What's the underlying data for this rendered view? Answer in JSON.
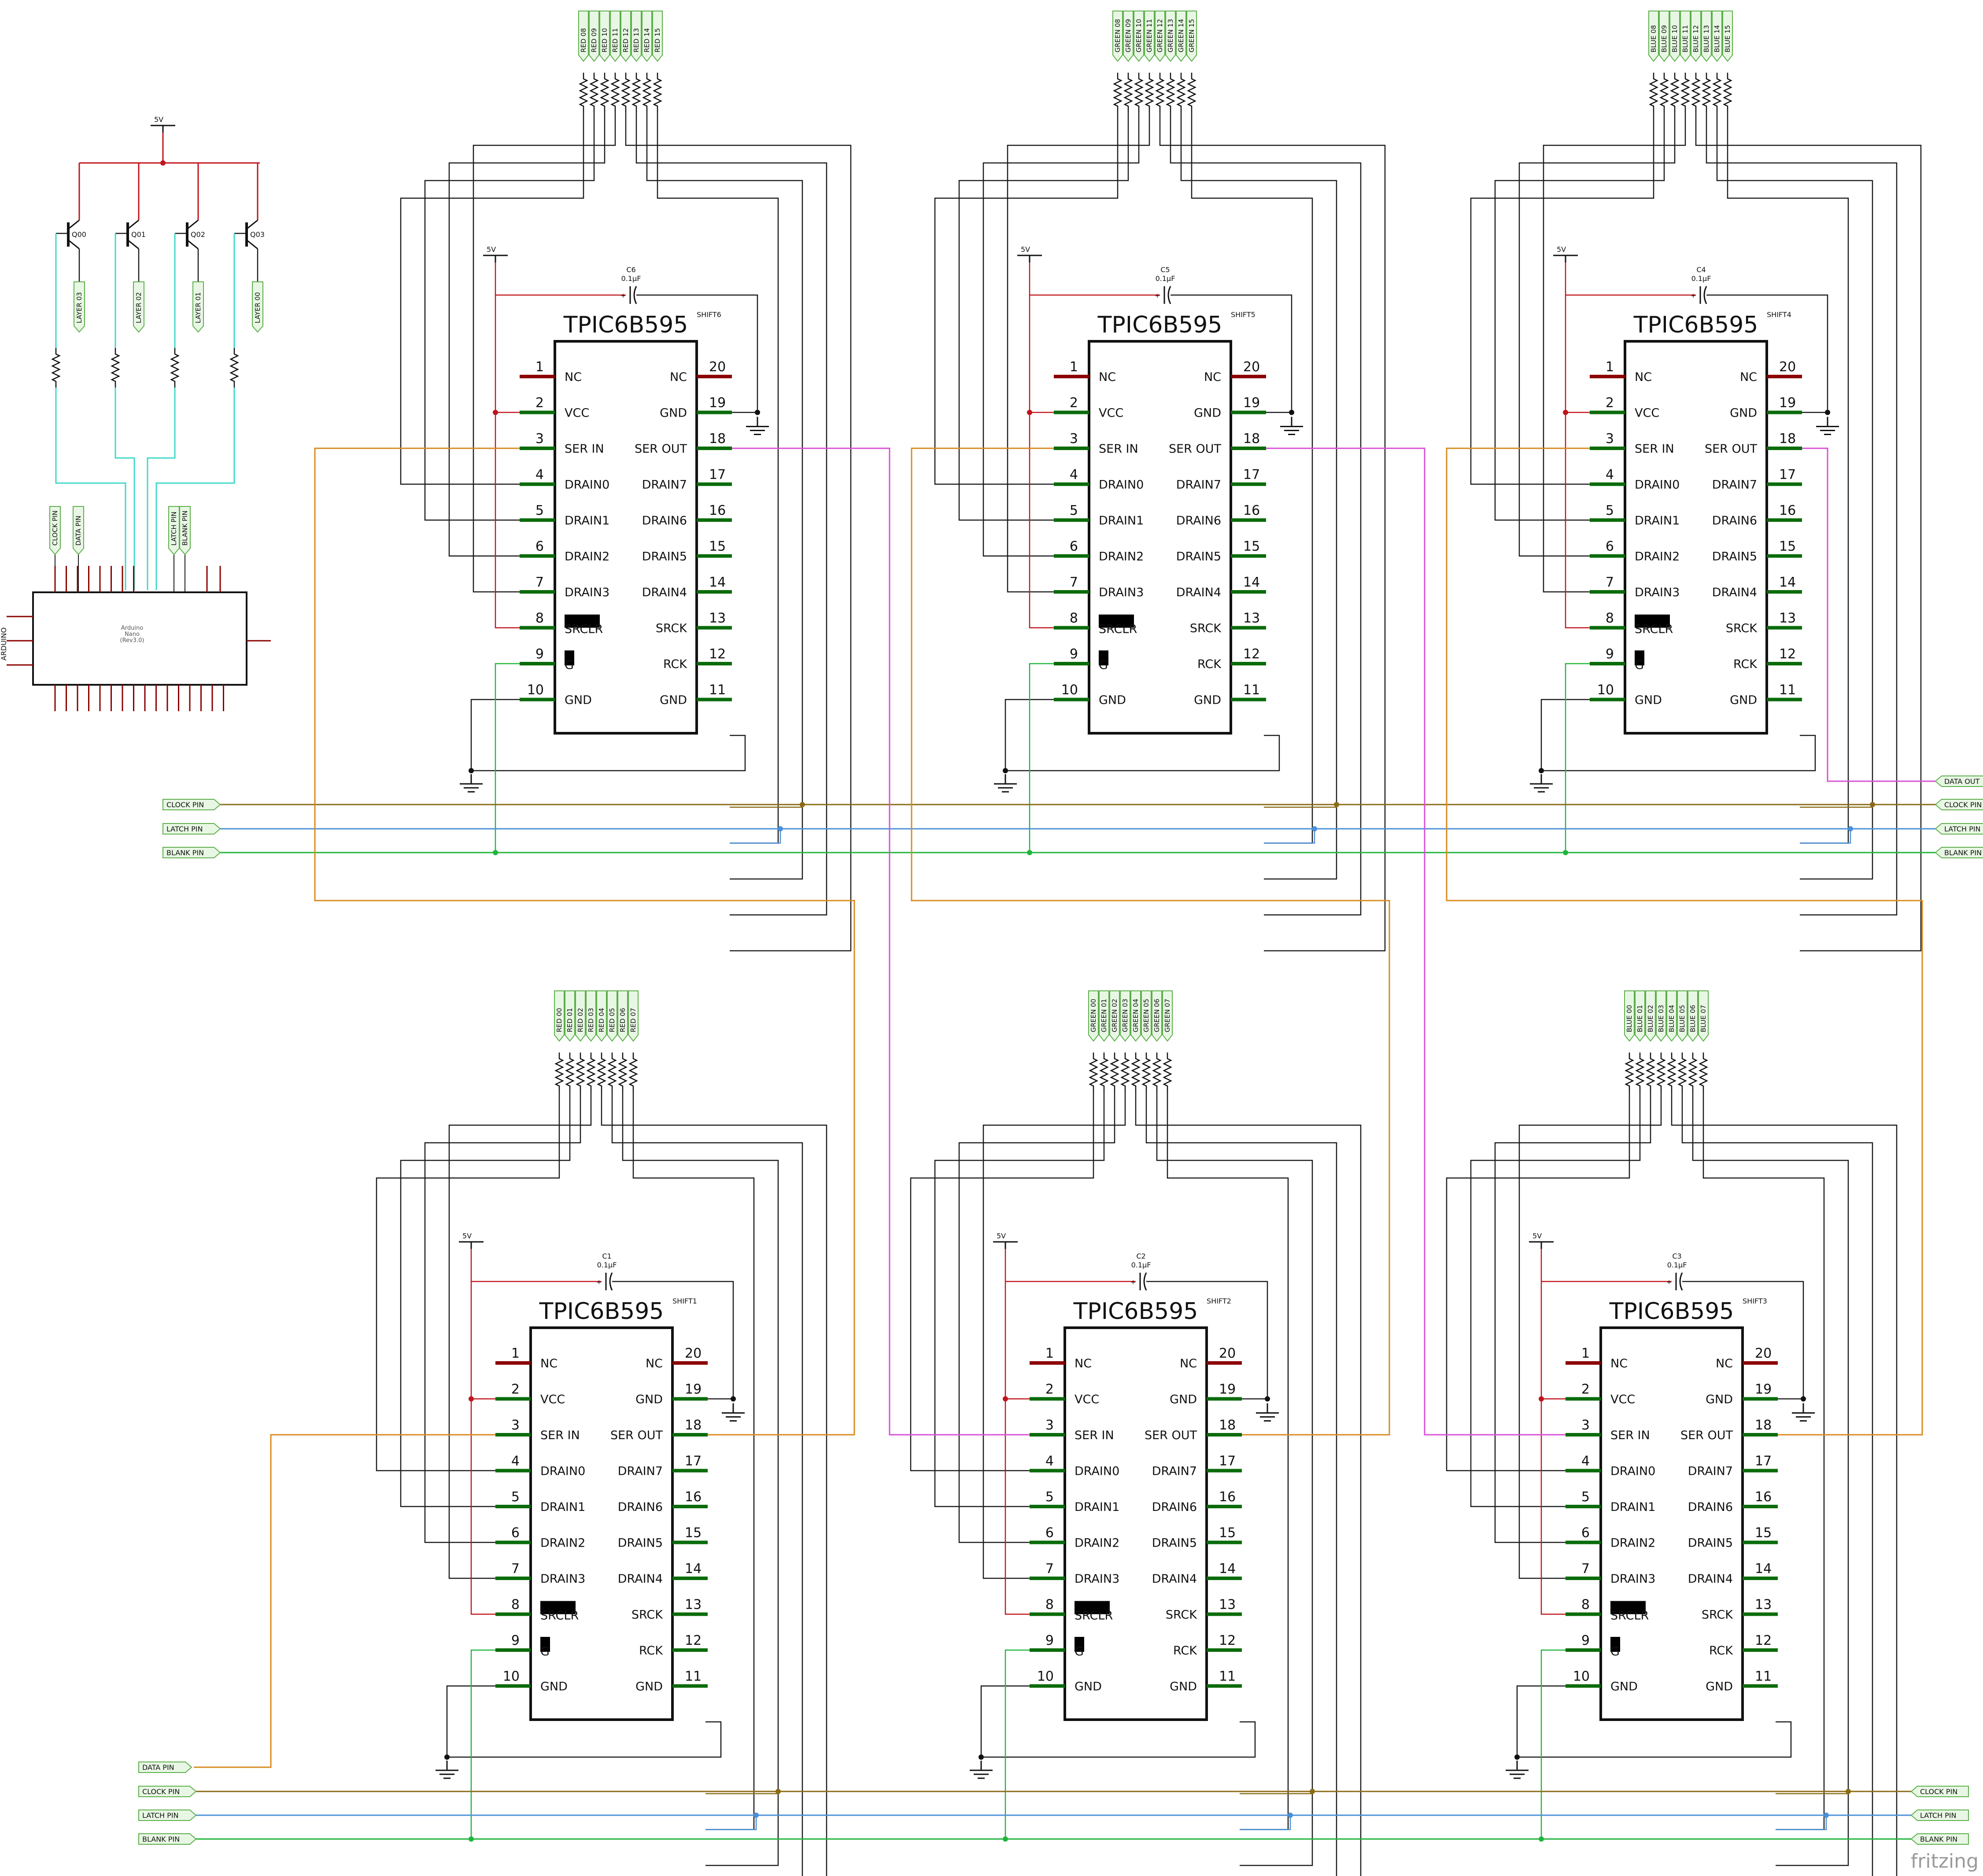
{
  "chip": {
    "part": "TPIC6B595",
    "pins_left": [
      {
        "num": "1",
        "name": "NC"
      },
      {
        "num": "2",
        "name": "VCC"
      },
      {
        "num": "3",
        "name": "SER IN"
      },
      {
        "num": "4",
        "name": "DRAIN0"
      },
      {
        "num": "5",
        "name": "DRAIN1"
      },
      {
        "num": "6",
        "name": "DRAIN2"
      },
      {
        "num": "7",
        "name": "DRAIN3"
      },
      {
        "num": "8",
        "name": "SRCLR"
      },
      {
        "num": "9",
        "name": "G"
      },
      {
        "num": "10",
        "name": "GND"
      }
    ],
    "pins_right": [
      {
        "num": "20",
        "name": "NC"
      },
      {
        "num": "19",
        "name": "GND"
      },
      {
        "num": "18",
        "name": "SER OUT"
      },
      {
        "num": "17",
        "name": "DRAIN7"
      },
      {
        "num": "16",
        "name": "DRAIN6"
      },
      {
        "num": "15",
        "name": "DRAIN5"
      },
      {
        "num": "14",
        "name": "DRAIN4"
      },
      {
        "num": "13",
        "name": "SRCK"
      },
      {
        "num": "12",
        "name": "RCK"
      },
      {
        "num": "11",
        "name": "GND"
      }
    ],
    "supply": "5V",
    "cap_value": "0.1µF"
  },
  "chips": [
    {
      "id": "SHIFT6",
      "cap": "C6",
      "row": 0,
      "col": 0,
      "outputs": [
        "RED 08",
        "RED 09",
        "RED 10",
        "RED 11",
        "RED 12",
        "RED 13",
        "RED 14",
        "RED 15"
      ]
    },
    {
      "id": "SHIFT5",
      "cap": "C5",
      "row": 0,
      "col": 1,
      "outputs": [
        "GREEN 08",
        "GREEN 09",
        "GREEN 10",
        "GREEN 11",
        "GREEN 12",
        "GREEN 13",
        "GREEN 14",
        "GREEN 15"
      ]
    },
    {
      "id": "SHIFT4",
      "cap": "C4",
      "row": 0,
      "col": 2,
      "outputs": [
        "BLUE 08",
        "BLUE 09",
        "BLUE 10",
        "BLUE 11",
        "BLUE 12",
        "BLUE 13",
        "BLUE 14",
        "BLUE 15"
      ]
    },
    {
      "id": "SHIFT1",
      "cap": "C1",
      "row": 1,
      "col": 0,
      "outputs": [
        "RED 00",
        "RED 01",
        "RED 02",
        "RED 03",
        "RED 04",
        "RED 05",
        "RED 06",
        "RED 07"
      ]
    },
    {
      "id": "SHIFT2",
      "cap": "C2",
      "row": 1,
      "col": 1,
      "outputs": [
        "GREEN 00",
        "GREEN 01",
        "GREEN 02",
        "GREEN 03",
        "GREEN 04",
        "GREEN 05",
        "GREEN 06",
        "GREEN 07"
      ]
    },
    {
      "id": "SHIFT3",
      "cap": "C3",
      "row": 1,
      "col": 2,
      "outputs": [
        "BLUE 00",
        "BLUE 01",
        "BLUE 02",
        "BLUE 03",
        "BLUE 04",
        "BLUE 05",
        "BLUE 06",
        "BLUE 07"
      ]
    }
  ],
  "transistors": {
    "supply": "5V",
    "items": [
      {
        "id": "Q00",
        "layer": "LAYER 03"
      },
      {
        "id": "Q01",
        "layer": "LAYER 02"
      },
      {
        "id": "Q02",
        "layer": "LAYER 01"
      },
      {
        "id": "Q03",
        "layer": "LAYER 00"
      }
    ]
  },
  "arduino": {
    "side_label": "ARDUINO",
    "name_lines": [
      "Arduino",
      "Nano",
      "(Rev3.0)"
    ],
    "top_labels": [
      "CLOCK PIN",
      "DATA PIN",
      "LATCH PIN",
      "BLANK PIN"
    ]
  },
  "buses": {
    "top_left": [
      "CLOCK PIN",
      "LATCH PIN",
      "BLANK PIN"
    ],
    "top_right": [
      "DATA OUT",
      "CLOCK PIN",
      "LATCH PIN",
      "BLANK PIN"
    ],
    "bottom_left": [
      "DATA PIN",
      "CLOCK PIN",
      "LATCH PIN",
      "BLANK PIN"
    ],
    "bottom_right": [
      "CLOCK PIN",
      "LATCH PIN",
      "BLANK PIN"
    ]
  },
  "colors": {
    "wire": "#1a1a1a",
    "pin": "#0a6b0a",
    "nc_pin": "#8b0000",
    "power": "#c0141c",
    "clock": "#8a6b14",
    "latch": "#4a90d9",
    "blank": "#1fb53c",
    "data": "#d98a1e",
    "serout": "#d94fd6",
    "layer": "#3fd9c9",
    "label_fill": "#e8f7e4",
    "label_stroke": "#5cae4a"
  },
  "watermark": "fritzing"
}
